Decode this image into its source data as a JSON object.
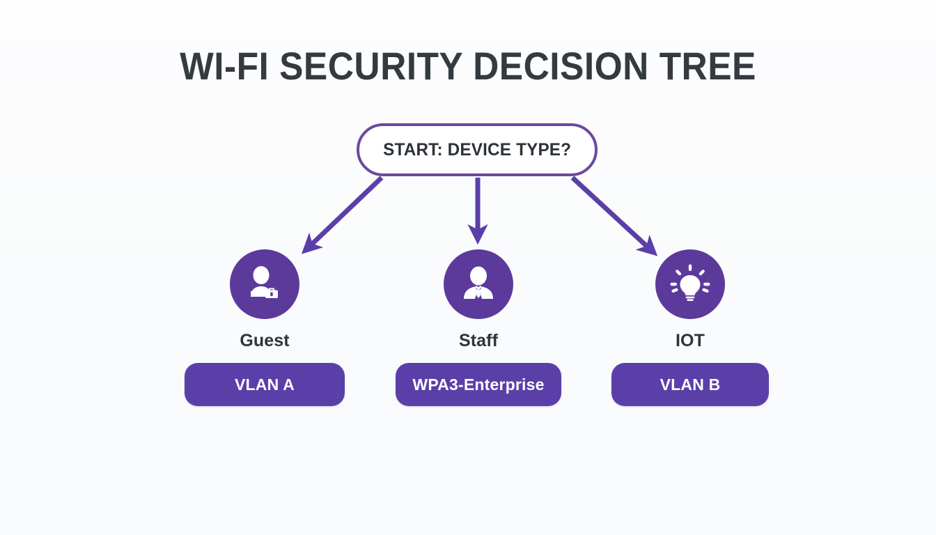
{
  "page": {
    "title": "WI-FI SECURITY DECISION TREE",
    "background_color": "#fbfcfd",
    "accent_color": "#5b3fa8",
    "circle_color": "#5b3a9b",
    "border_color": "#6b4a9e",
    "text_color": "#2f3439"
  },
  "chart_data": {
    "type": "diagram",
    "diagram_kind": "decision-tree",
    "title": "WI-FI SECURITY DECISION TREE",
    "root": {
      "id": "start",
      "label": "START: DEVICE TYPE?",
      "shape": "rounded-pill",
      "fill": "#ffffff",
      "stroke": "#6b4a9e"
    },
    "branches": [
      {
        "id": "guest",
        "icon": "person-with-briefcase-icon",
        "label": "Guest",
        "outcome": "VLAN A",
        "edge": "diagonal-down-left"
      },
      {
        "id": "staff",
        "icon": "person-with-tie-icon",
        "label": "Staff",
        "outcome": "WPA3-Enterprise",
        "edge": "straight-down"
      },
      {
        "id": "iot",
        "icon": "lightbulb-icon",
        "label": "IOT",
        "outcome": "VLAN B",
        "edge": "diagonal-down-right"
      }
    ],
    "legend": [],
    "annotations": []
  },
  "start_node": {
    "label": "START: DEVICE TYPE?"
  },
  "branches": [
    {
      "label": "Guest",
      "outcome": "VLAN A",
      "icon": "person-with-briefcase-icon"
    },
    {
      "label": "Staff",
      "outcome": "WPA3-Enterprise",
      "icon": "person-with-tie-icon"
    },
    {
      "label": "IOT",
      "outcome": "VLAN B",
      "icon": "lightbulb-icon"
    }
  ]
}
